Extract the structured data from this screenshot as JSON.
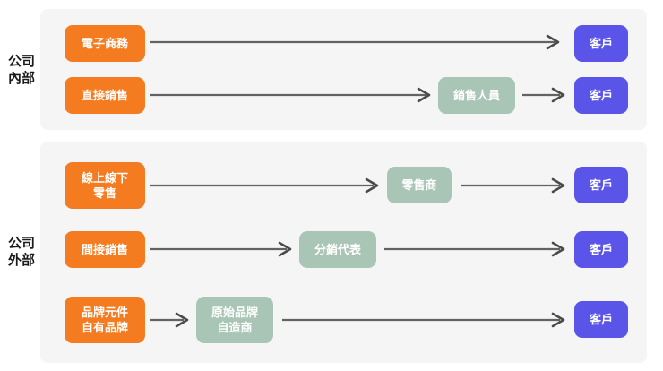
{
  "diagram": {
    "title": "",
    "colors": {
      "panel_background": "#f5f5f5",
      "page_background": "#ffffff",
      "channel_orange": "#f47b20",
      "intermediary_green": "#a9c5b5",
      "customer_purple": "#5a55e8",
      "arrow_gray": "#636363",
      "label_text": "#1b1b1b"
    },
    "sections": [
      {
        "id": "internal",
        "label_chars": [
          "公司",
          "內部"
        ],
        "label_text": "公司內部",
        "rows": [
          {
            "id": "e-commerce",
            "nodes": [
              {
                "id": "e-commerce-source",
                "text": "電子商務",
                "type": "channel"
              },
              {
                "id": "e-commerce-customer",
                "text": "客戶",
                "type": "customer"
              }
            ],
            "arrows": 1
          },
          {
            "id": "direct-sales",
            "nodes": [
              {
                "id": "direct-sales-source",
                "text": "直接銷售",
                "type": "channel"
              },
              {
                "id": "direct-sales-rep",
                "text": "銷售人員",
                "type": "intermediary"
              },
              {
                "id": "direct-sales-customer",
                "text": "客戶",
                "type": "customer"
              }
            ],
            "arrows": 2
          }
        ]
      },
      {
        "id": "external",
        "label_chars": [
          "公司",
          "外部"
        ],
        "label_text": "公司外部",
        "rows": [
          {
            "id": "omni-retail",
            "nodes": [
              {
                "id": "omni-retail-source",
                "text": "線上線下\n零售",
                "type": "channel"
              },
              {
                "id": "omni-retail-retailer",
                "text": "零售商",
                "type": "intermediary"
              },
              {
                "id": "omni-retail-customer",
                "text": "客戶",
                "type": "customer"
              }
            ],
            "arrows": 2
          },
          {
            "id": "indirect-sales",
            "nodes": [
              {
                "id": "indirect-sales-source",
                "text": "間接銷售",
                "type": "channel"
              },
              {
                "id": "indirect-sales-distributor",
                "text": "分銷代表",
                "type": "intermediary"
              },
              {
                "id": "indirect-sales-customer",
                "text": "客戶",
                "type": "customer"
              }
            ],
            "arrows": 2
          },
          {
            "id": "brand-oem",
            "nodes": [
              {
                "id": "brand-oem-source",
                "text": "品牌元件\n自有品牌",
                "type": "channel"
              },
              {
                "id": "brand-oem-manufacturer",
                "text": "原始品牌\n自造商",
                "type": "intermediary"
              },
              {
                "id": "brand-oem-customer",
                "text": "客戶",
                "type": "customer"
              }
            ],
            "arrows": 2
          }
        ]
      }
    ]
  }
}
